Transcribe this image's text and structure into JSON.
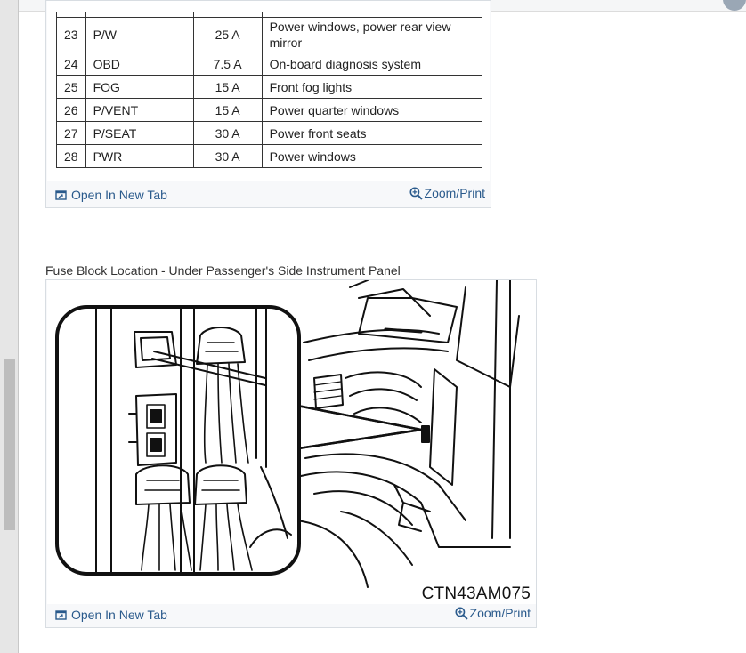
{
  "fuse_table": {
    "rows": [
      {
        "no": "23",
        "name": "P/W",
        "amp": "25 A",
        "desc": "Power windows, power rear view mirror"
      },
      {
        "no": "24",
        "name": "OBD",
        "amp": "7.5 A",
        "desc": "On-board diagnosis system"
      },
      {
        "no": "25",
        "name": "FOG",
        "amp": "15 A",
        "desc": "Front fog lights"
      },
      {
        "no": "26",
        "name": "P/VENT",
        "amp": "15 A",
        "desc": "Power quarter windows"
      },
      {
        "no": "27",
        "name": "P/SEAT",
        "amp": "30 A",
        "desc": "Power front seats"
      },
      {
        "no": "28",
        "name": "PWR",
        "amp": "30 A",
        "desc": "Power windows"
      }
    ]
  },
  "figure1": {
    "open_tab_label": "Open In New Tab",
    "zoom_print_label": "Zoom/Print",
    "open_icon": "open-new-tab-icon",
    "zoom_icon": "magnifier-plus-icon"
  },
  "figure2": {
    "caption": "Fuse Block Location - Under Passenger's Side Instrument Panel",
    "diagram_code": "CTN43AM075",
    "open_tab_label": "Open In New Tab",
    "zoom_print_label": "Zoom/Print"
  },
  "colors": {
    "link": "#2a5a8c",
    "figure_frame": "#d8dde2",
    "footer_bg": "#f7f8fa"
  }
}
